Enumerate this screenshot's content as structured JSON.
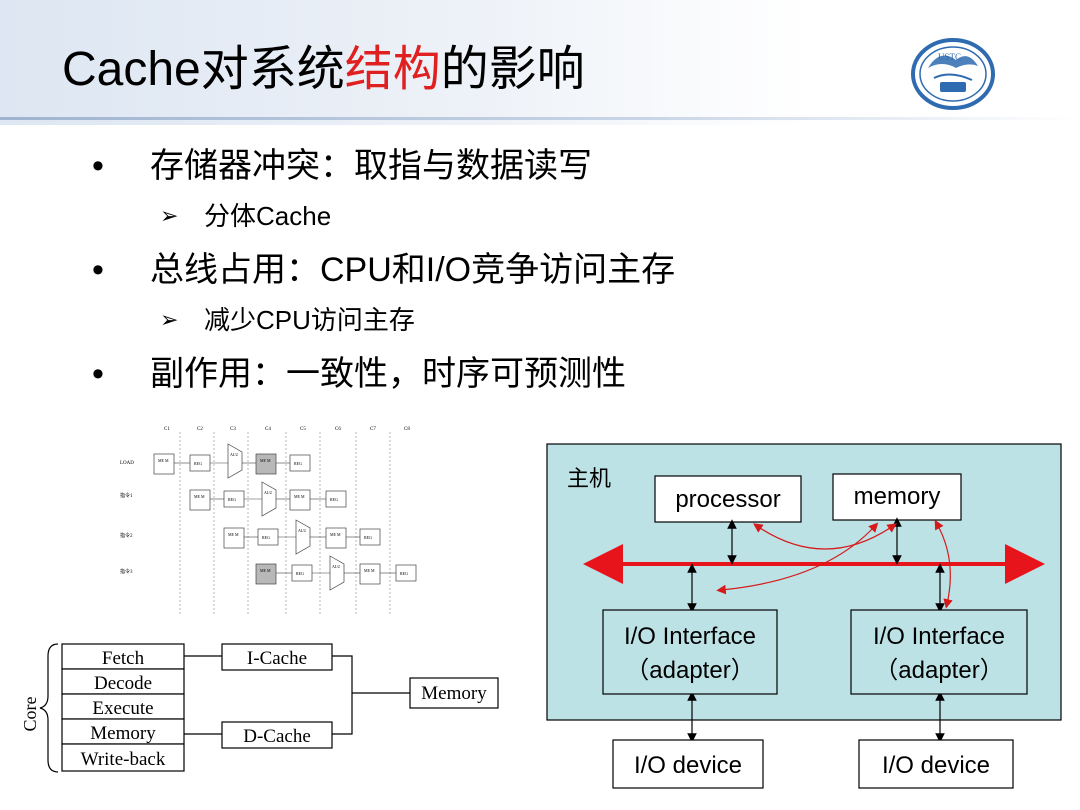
{
  "slide": {
    "title_parts": [
      "Cache对系统",
      "结构",
      "的影响"
    ],
    "logo": {
      "text": "USTC",
      "icon": "university-seal"
    }
  },
  "bullets": [
    {
      "level": 1,
      "marker": "•",
      "text": "存储器冲突：取指与数据读写"
    },
    {
      "level": 2,
      "marker": "➢",
      "text": "分体Cache"
    },
    {
      "level": 1,
      "marker": "•",
      "text": "总线占用：CPU和I/O竞争访问主存"
    },
    {
      "level": 2,
      "marker": "➢",
      "text": "减少CPU访问主存"
    },
    {
      "level": 1,
      "marker": "•",
      "text": "副作用：一致性，时序可预测性"
    }
  ],
  "pipeline_figure": {
    "columns": [
      "C1",
      "C2",
      "C3",
      "C4",
      "C5",
      "C6",
      "C7",
      "C8"
    ],
    "rows": [
      "LOAD",
      "指令1",
      "指令2",
      "指令3"
    ],
    "stage_labels": {
      "mem": "ME M",
      "reg": "REG",
      "alu": "ALU"
    }
  },
  "cache_figure": {
    "core_label": "Core",
    "stages": [
      "Fetch",
      "Decode",
      "Execute",
      "Memory",
      "Write-back"
    ],
    "icache": "I-Cache",
    "dcache": "D-Cache",
    "memory": "Memory"
  },
  "host_figure": {
    "host_label": "主机",
    "processor": "processor",
    "memory": "memory",
    "interfaces": [
      {
        "line1": "I/O Interface",
        "line2": "（adapter）"
      },
      {
        "line1": "I/O Interface",
        "line2": "（adapter）"
      }
    ],
    "devices": [
      "I/O device",
      "I/O device"
    ],
    "colors": {
      "host_bg": "#bde2e6",
      "bus": "#e8141c",
      "arrow": "#d61a1a"
    }
  }
}
